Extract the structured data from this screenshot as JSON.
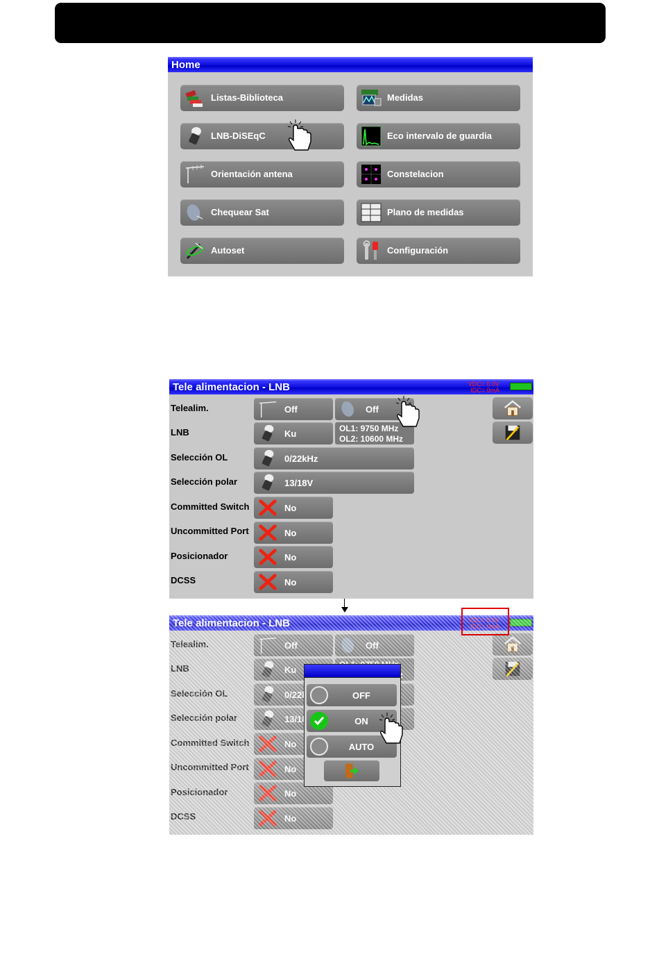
{
  "home": {
    "title": "Home",
    "buttons": [
      {
        "label": "Listas-Biblioteca",
        "icon": "books-icon"
      },
      {
        "label": "Medidas",
        "icon": "meter-icon"
      },
      {
        "label": "LNB-DiSEqC",
        "icon": "lnb-icon"
      },
      {
        "label": "Eco intervalo de guardia",
        "icon": "echo-graph-icon"
      },
      {
        "label": "Orientación antena",
        "icon": "antenna-icon"
      },
      {
        "label": "Constelacion",
        "icon": "constellation-icon"
      },
      {
        "label": "Chequear Sat",
        "icon": "dish-icon"
      },
      {
        "label": "Plano de medidas",
        "icon": "table-icon"
      },
      {
        "label": "Autoset",
        "icon": "autoset-icon"
      },
      {
        "label": "Configuración",
        "icon": "tools-icon"
      }
    ]
  },
  "lnb": {
    "title": "Tele alimentacion - LNB",
    "vdc": "VDC= 0.0V",
    "idc": "IDC=   0mA",
    "rows": [
      {
        "label": "Telealim.",
        "value": "Off",
        "value2": "Off"
      },
      {
        "label": "LNB",
        "value": "Ku",
        "info1": "OL1: 9750 MHz",
        "info2": "OL2: 10600 MHz"
      },
      {
        "label": "Selección OL",
        "value": "0/22kHz"
      },
      {
        "label": "Selección polar",
        "value": "13/18V"
      },
      {
        "label": "Committed Switch",
        "value": "No"
      },
      {
        "label": "Uncommitted Port",
        "value": "No"
      },
      {
        "label": "Posicionador",
        "value": "No"
      },
      {
        "label": "DCSS",
        "value": "No"
      }
    ]
  },
  "popup": {
    "options": [
      {
        "label": "OFF",
        "selected": false
      },
      {
        "label": "ON",
        "selected": true
      },
      {
        "label": "AUTO",
        "selected": false
      }
    ]
  },
  "colors": {
    "title_blue": "#0000c8",
    "panel": "#c9c9c9",
    "button": "#7d7d7d",
    "highlight": "#e00000"
  }
}
